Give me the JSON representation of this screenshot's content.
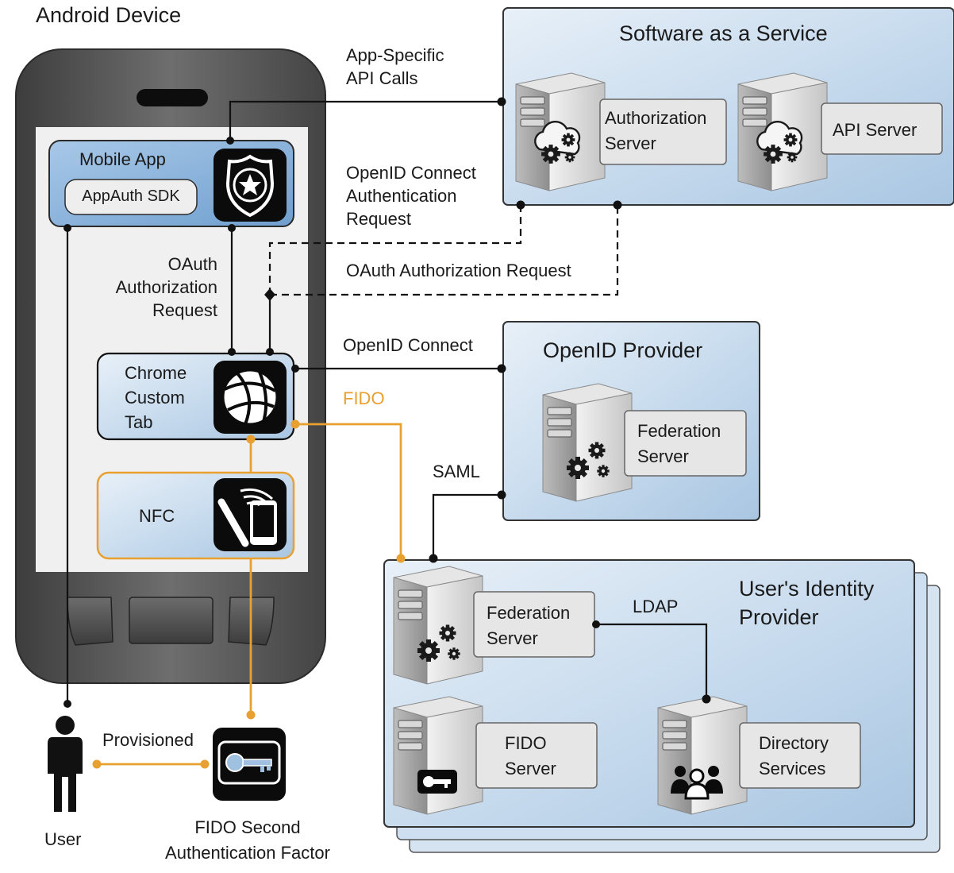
{
  "device": {
    "title": "Android Device",
    "mobile_app": "Mobile App",
    "appauth_sdk": "AppAuth SDK",
    "oauth_request": "OAuth\nAuthorization\nRequest",
    "chrome_tab": "Chrome\nCustom\nTab",
    "nfc": "NFC"
  },
  "user": {
    "label": "User",
    "provisioned": "Provisioned",
    "fido_factor": "FIDO Second\nAuthentication Factor"
  },
  "connections": {
    "app_api_calls": "App-Specific\nAPI Calls",
    "oidc_auth_request": "OpenID Connect\nAuthentication\nRequest",
    "oauth_auth_request": "OAuth Authorization Request",
    "openid_connect": "OpenID Connect",
    "fido": "FIDO",
    "saml": "SAML",
    "ldap": "LDAP"
  },
  "saas": {
    "title": "Software as a Service",
    "authorization_server": "Authorization\nServer",
    "api_server": "API Server"
  },
  "openid_provider": {
    "title": "OpenID Provider",
    "federation_server": "Federation\nServer"
  },
  "identity_provider": {
    "title": "User's Identity\nProvider",
    "federation_server": "Federation\nServer",
    "fido_server": "FIDO\nServer",
    "directory_services": "Directory\nServices"
  },
  "colors": {
    "box_blue": "#c9dcee",
    "fido_orange": "#e8a030",
    "phone_gray": "#5e5e5e",
    "line": "#111111"
  }
}
